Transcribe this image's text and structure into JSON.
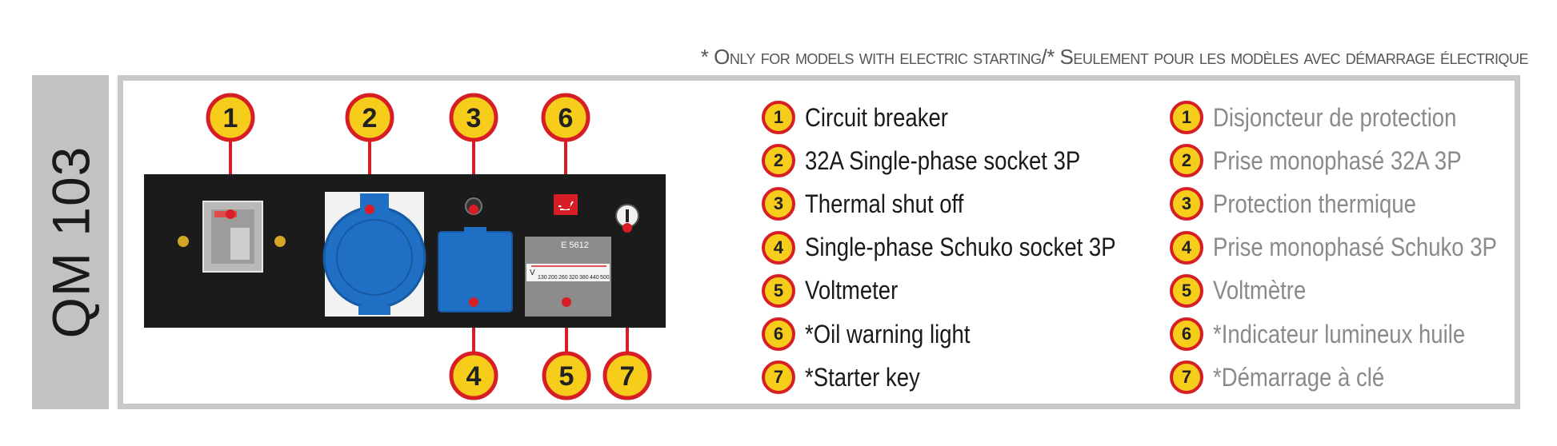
{
  "note": "* Only for models with electric starting/* Seulement pour les modèles avec démarrage électrique",
  "model": "QM 103",
  "panel": {
    "voltmeter_code": "E 5612",
    "voltmeter_unit": "V",
    "voltmeter_scale": [
      "130",
      "200",
      "260",
      "320",
      "380",
      "440",
      "500"
    ]
  },
  "callouts": [
    "1",
    "2",
    "3",
    "6",
    "4",
    "5",
    "7"
  ],
  "legend_en": [
    {
      "num": "1",
      "label": "Circuit breaker"
    },
    {
      "num": "2",
      "label": "32A Single-phase socket 3P"
    },
    {
      "num": "3",
      "label": "Thermal shut off"
    },
    {
      "num": "4",
      "label": "Single-phase Schuko socket 3P"
    },
    {
      "num": "5",
      "label": "Voltmeter"
    },
    {
      "num": "6",
      "label": "*Oil warning light"
    },
    {
      "num": "7",
      "label": "*Starter key"
    }
  ],
  "legend_fr": [
    {
      "num": "1",
      "label": "Disjoncteur de protection"
    },
    {
      "num": "2",
      "label": "Prise monophasé 32A 3P"
    },
    {
      "num": "3",
      "label": "Protection thermique"
    },
    {
      "num": "4",
      "label": "Prise monophasé Schuko 3P"
    },
    {
      "num": "5",
      "label": "Voltmètre"
    },
    {
      "num": "6",
      "label": "*Indicateur lumineux huile"
    },
    {
      "num": "7",
      "label": "*Démarrage à clé"
    }
  ],
  "colors": {
    "badge_fill": "#f5cd1a",
    "badge_ring": "#d81e25",
    "panel": "#1b1b1b",
    "socket_blue": "#1f6fc4",
    "frame": "#c8c8c8"
  }
}
